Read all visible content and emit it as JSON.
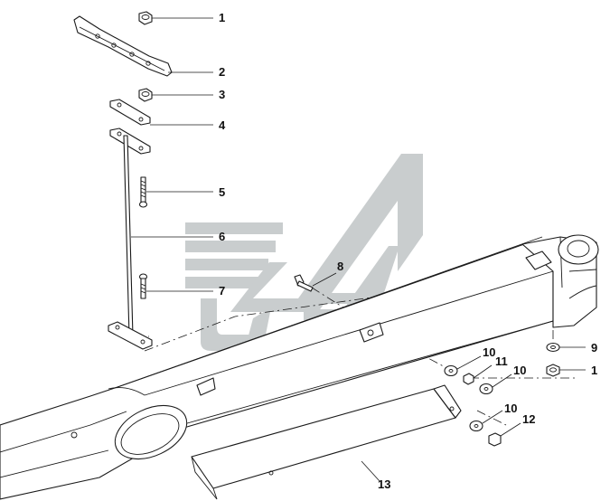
{
  "callouts": [
    {
      "id": "c1a",
      "label": "1"
    },
    {
      "id": "c2",
      "label": "2"
    },
    {
      "id": "c3",
      "label": "3"
    },
    {
      "id": "c4",
      "label": "4"
    },
    {
      "id": "c5",
      "label": "5"
    },
    {
      "id": "c6",
      "label": "6"
    },
    {
      "id": "c7",
      "label": "7"
    },
    {
      "id": "c8",
      "label": "8"
    },
    {
      "id": "c9",
      "label": "9"
    },
    {
      "id": "c1b",
      "label": "1"
    },
    {
      "id": "c10a",
      "label": "10"
    },
    {
      "id": "c11",
      "label": "11"
    },
    {
      "id": "c10b",
      "label": "10"
    },
    {
      "id": "c10c",
      "label": "10"
    },
    {
      "id": "c12",
      "label": "12"
    },
    {
      "id": "c13",
      "label": "13"
    }
  ],
  "colors": {
    "line": "#1a1a1a",
    "watermark": "#c9cdce",
    "background": "#ffffff"
  }
}
